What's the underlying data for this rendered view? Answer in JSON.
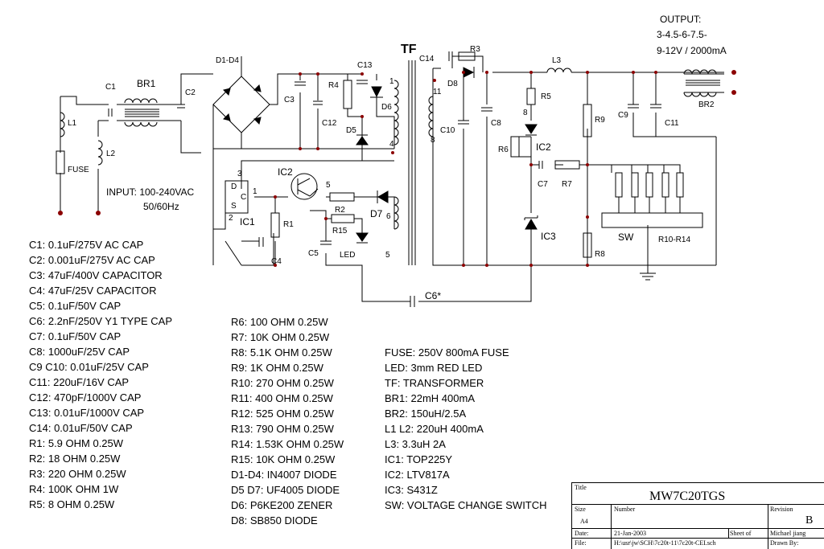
{
  "schematic": {
    "output_label": [
      "OUTPUT:",
      "3-4.5-6-7.5-",
      "9-12V / 2000mA"
    ],
    "input_label": [
      "INPUT: 100-240VAC",
      "50/60Hz"
    ],
    "refs": {
      "br1": "BR1",
      "br2": "BR2",
      "c1": "C1",
      "c2": "C2",
      "c3": "C3",
      "c4": "C4",
      "c5": "C5",
      "c6": "C6*",
      "c7": "C7",
      "c8": "C8",
      "c9": "C9",
      "c10": "C10",
      "c11": "C11",
      "c12": "C12",
      "c13": "C13",
      "c14": "C14",
      "d1d4": "D1-D4",
      "d5": "D5",
      "d6": "D6",
      "d7": "D7",
      "d8": "D8",
      "fuse": "FUSE",
      "ic1": "IC1",
      "ic2": "IC2",
      "ic2b": "IC2",
      "ic3": "IC3",
      "l1": "L1",
      "l2": "L2",
      "l3": "L3",
      "led": "LED",
      "r1": "R1",
      "r2": "R2",
      "r3": "R3",
      "r4": "R4",
      "r5": "R5",
      "r6": "R6",
      "r7": "R7",
      "r8": "R8",
      "r9": "R9",
      "r15": "R15",
      "r10r14": "R10-R14",
      "sw": "SW",
      "tf": "TF",
      "ic1_d": "D",
      "ic1_c": "C",
      "ic1_s": "S",
      "pin1": "1",
      "pin2": "2",
      "pin3": "3",
      "pin4": "4",
      "pin5": "5",
      "pin6": "6",
      "pin8": "8",
      "pin11": "11",
      "ic2pin1": "1",
      "ic2pin5": "5",
      "ic2pin8": "8",
      "d7pin6": "6",
      "ledpin5": "5"
    }
  },
  "parts_list": {
    "col1": [
      "C1: 0.1uF/275V AC CAP",
      "C2: 0.001uF/275V AC CAP",
      "C3: 47uF/400V CAPACITOR",
      "C4: 47uF/25V CAPACITOR",
      "C5: 0.1uF/50V  CAP",
      "C6: 2.2nF/250V Y1 TYPE CAP",
      "C7: 0.1uF/50V CAP",
      "C8: 1000uF/25V CAP",
      "C9 C10: 0.01uF/25V CAP",
      "C11: 220uF/16V CAP",
      "C12: 470pF/1000V CAP",
      "C13: 0.01uF/1000V CAP",
      "C14: 0.01uF/50V CAP",
      "R1: 5.9 OHM 0.25W",
      "R2: 18 OHM 0.25W",
      "R3: 220 OHM 0.25W",
      "R4: 100K OHM 1W",
      "R5: 8 OHM 0.25W"
    ],
    "col2": [
      "R6: 100 OHM 0.25W",
      "R7: 10K OHM 0.25W",
      "R8: 5.1K OHM 0.25W",
      "R9: 1K OHM 0.25W",
      "R10: 270 OHM 0.25W",
      "R11: 400 OHM 0.25W",
      "R12: 525 OHM 0.25W",
      "R13: 790 OHM 0.25W",
      "R14: 1.53K OHM 0.25W",
      "R15: 10K OHM 0.25W",
      "D1-D4: IN4007 DIODE",
      "D5 D7: UF4005 DIODE",
      "D6: P6KE200 ZENER",
      "D8: SB850 DIODE"
    ],
    "col3": [
      "FUSE: 250V 800mA FUSE",
      "LED: 3mm RED LED",
      "TF:  TRANSFORMER",
      "BR1: 22mH 400mA",
      "BR2: 150uH/2.5A",
      "L1 L2: 220uH 400mA",
      "L3: 3.3uH 2A",
      "IC1: TOP225Y",
      "IC2: LTV817A",
      "IC3: S431Z",
      "SW: VOLTAGE CHANGE  SWITCH"
    ]
  },
  "title_block": {
    "title_label": "Title",
    "title": "MW7C20TGS",
    "size_label": "Size",
    "size": "A4",
    "number_label": "Number",
    "revision_label": "Revision",
    "revision": "B",
    "date_label": "Date:",
    "date": "21-Jan-2003",
    "sheet_label": "Sheet   of",
    "author": "Michael jiang",
    "file_label": "File:",
    "file": "H:\\usr\\jw\\SCH\\7c20t-11\\7c20t-CEI.sch",
    "drawn_label": "Drawn By:"
  }
}
